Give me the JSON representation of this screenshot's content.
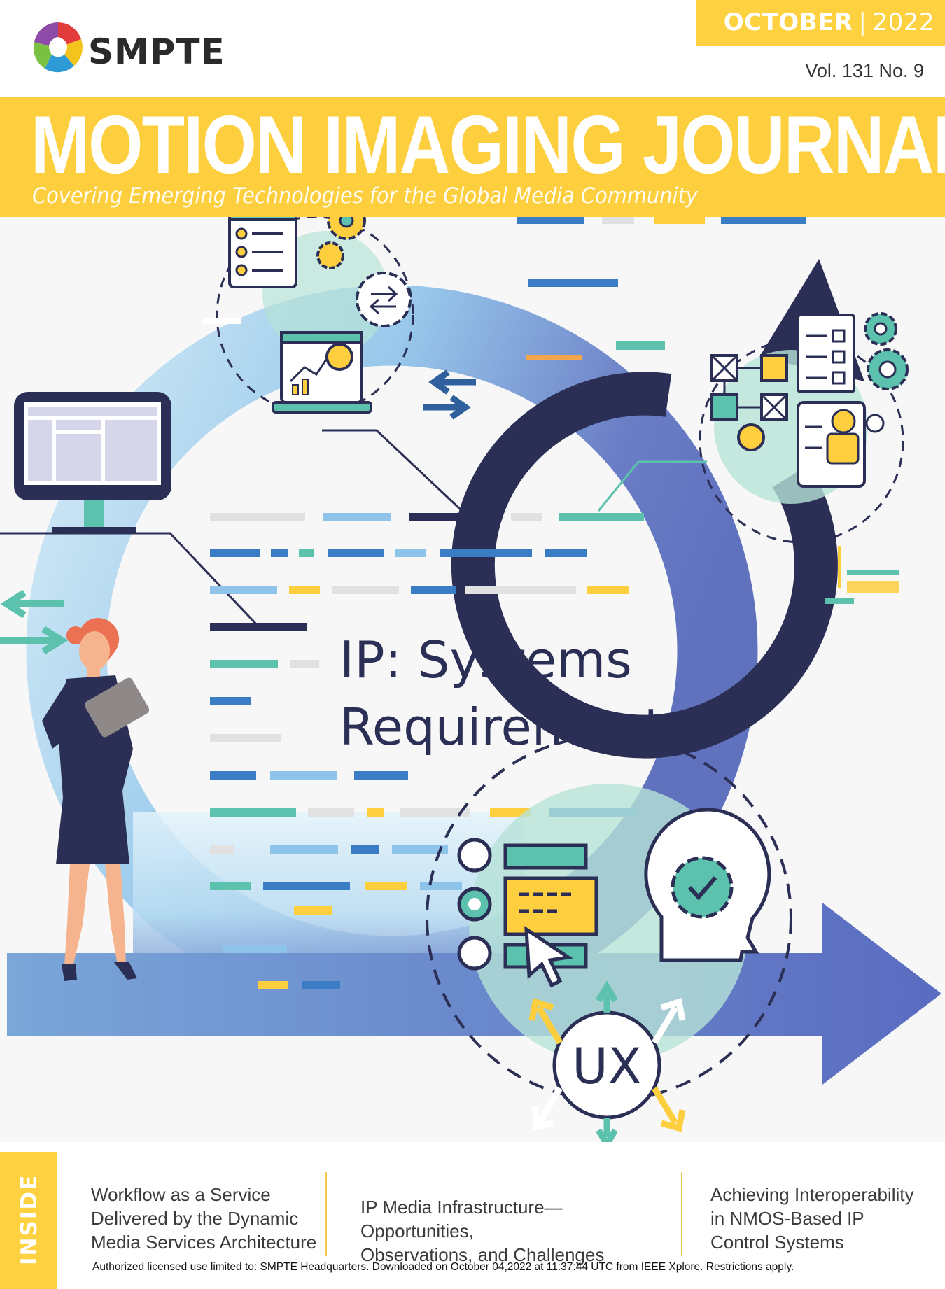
{
  "header": {
    "brand": "SMPTE",
    "month": "OCTOBER",
    "year": "2022",
    "volume": "Vol. 131 No. 9"
  },
  "masthead": {
    "title": "MOTION IMAGING JOURNAL",
    "tagline": "Covering Emerging Technologies for the Global Media Community"
  },
  "cover": {
    "headline_line1": "IP: Systems",
    "headline_line2": "Requirements",
    "ux_label": "UX"
  },
  "inside": {
    "label": "INSIDE",
    "articles": [
      [
        "Workflow as a Service",
        "Delivered by the Dynamic",
        "Media Services Architecture"
      ],
      [
        "IP Media Infrastructure—Opportunities,",
        "Observations, and Challenges"
      ],
      [
        "Achieving Interoperability",
        "in NMOS-Based IP",
        "Control Systems"
      ]
    ]
  },
  "license": "Authorized licensed use limited to: SMPTE Headquarters. Downloaded on October 04,2022 at 11:37:44 UTC from IEEE Xplore.  Restrictions apply.",
  "colors": {
    "yellow": "#fdcf3e",
    "navy": "#2b2f55",
    "teal": "#5cc2ad",
    "blue": "#3b7dc4",
    "periwinkle": "#5a6fc0"
  }
}
